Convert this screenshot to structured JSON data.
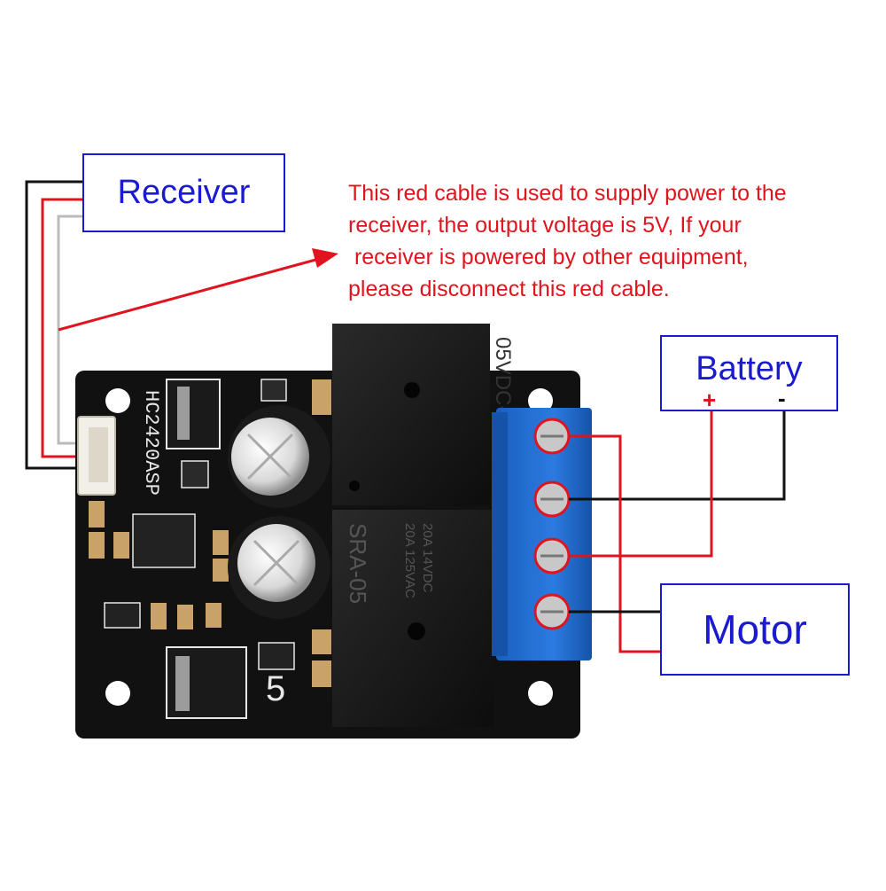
{
  "labels": {
    "receiver": "Receiver",
    "battery": "Battery",
    "battery_plus": "+",
    "battery_minus": "-",
    "motor": "Motor"
  },
  "note_lines": [
    "This red cable is used to supply power to the",
    "receiver, the output voltage is 5V, If your",
    " receiver is powered by other equipment,",
    "please disconnect this red cable."
  ],
  "board": {
    "model": "HC2420ASP",
    "relay_text": "SRA-05",
    "relay_rating_1": "20A 14VDC",
    "relay_rating_2": "20A 125VAC",
    "relay_top_text": "05VDC-CL",
    "regulator_mark": "5"
  },
  "colors": {
    "label_blue": "#1a1ad0",
    "note_red": "#e0141e",
    "pcb": "#111111",
    "terminal_blue": "#1f6fd1",
    "wire_red": "#e0141e",
    "wire_black": "#111111",
    "wire_white": "#bbbbbb"
  }
}
